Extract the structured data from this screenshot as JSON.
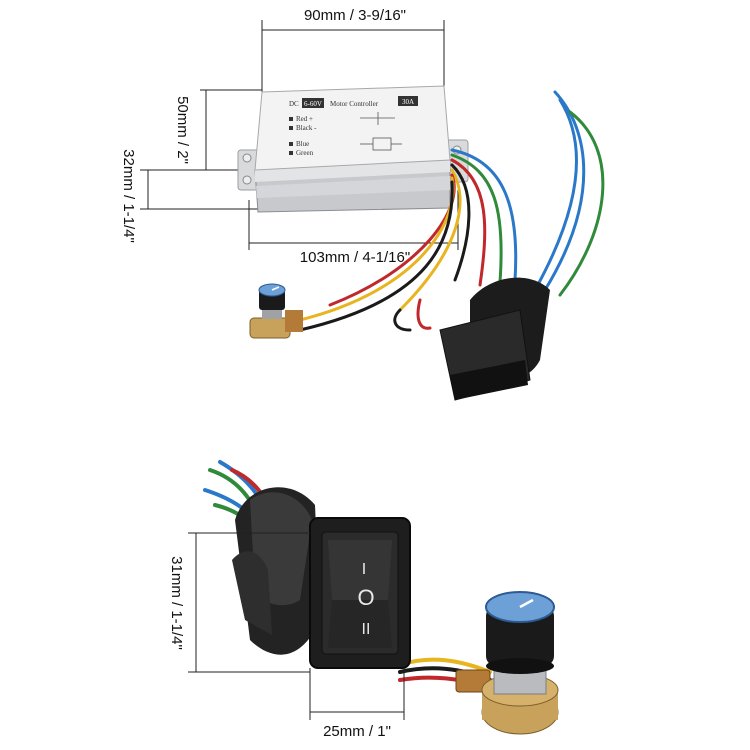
{
  "top": {
    "dim_width": "90mm / 3-9/16\"",
    "dim_height": "50mm / 2\"",
    "dim_depth": "32mm / 1-1/4\"",
    "dim_length": "103mm / 4-1/16\"",
    "label": {
      "prefix": "DC",
      "voltage": "6-60V",
      "middle": "Motor Controller",
      "amps": "30A",
      "rows": [
        "Red +",
        "Black -",
        "Blue",
        "Green"
      ]
    }
  },
  "bottom": {
    "dim_height": "31mm / 1-1/4\"",
    "dim_width": "25mm / 1\"",
    "switch_symbols": [
      "I",
      "O",
      "II"
    ]
  },
  "colors": {
    "wire_red": "#c0282b",
    "wire_black": "#1a1a1a",
    "wire_yellow": "#e8b420",
    "wire_blue": "#2a78c8",
    "wire_green": "#2f8a3a",
    "knob_blue": "#6ea0d8",
    "dim_line": "#222222"
  }
}
